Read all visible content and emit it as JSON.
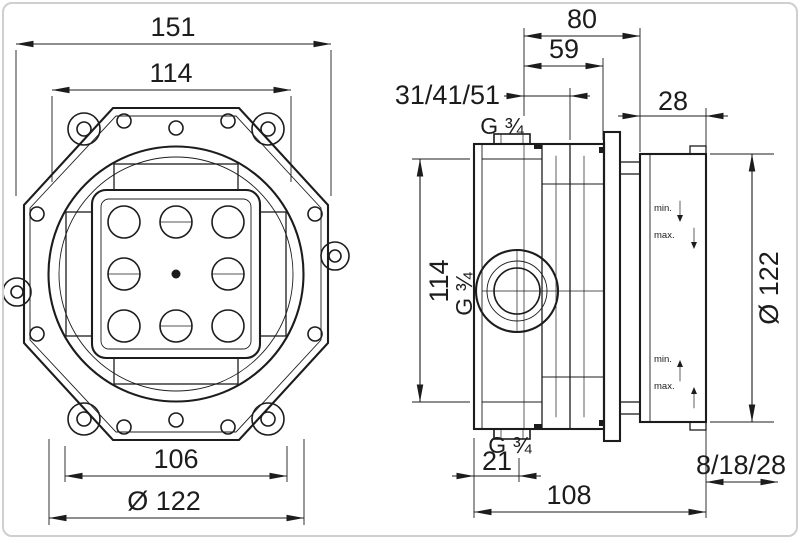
{
  "colors": {
    "line": "#1c1c1c",
    "background": "#ffffff",
    "frame_border": "#cfcfcf"
  },
  "front_view": {
    "overall_width": "151",
    "mounting_width": "114",
    "bottom_width": "106",
    "diameter": "Ø 122"
  },
  "side_view": {
    "overall_depth": "80",
    "inner_depth": "59",
    "install_depth_options": "31/41/51",
    "cover_depth": "28",
    "body_height": "114",
    "cover_diameter": "Ø 122",
    "thread_top": "G ¾",
    "thread_side": "G ¾",
    "thread_bottom": "G ¾",
    "bottom_offset": "21",
    "total_depth": "108",
    "projection_options": "8/18/28",
    "marks": {
      "min": "min.",
      "max": "max."
    }
  }
}
